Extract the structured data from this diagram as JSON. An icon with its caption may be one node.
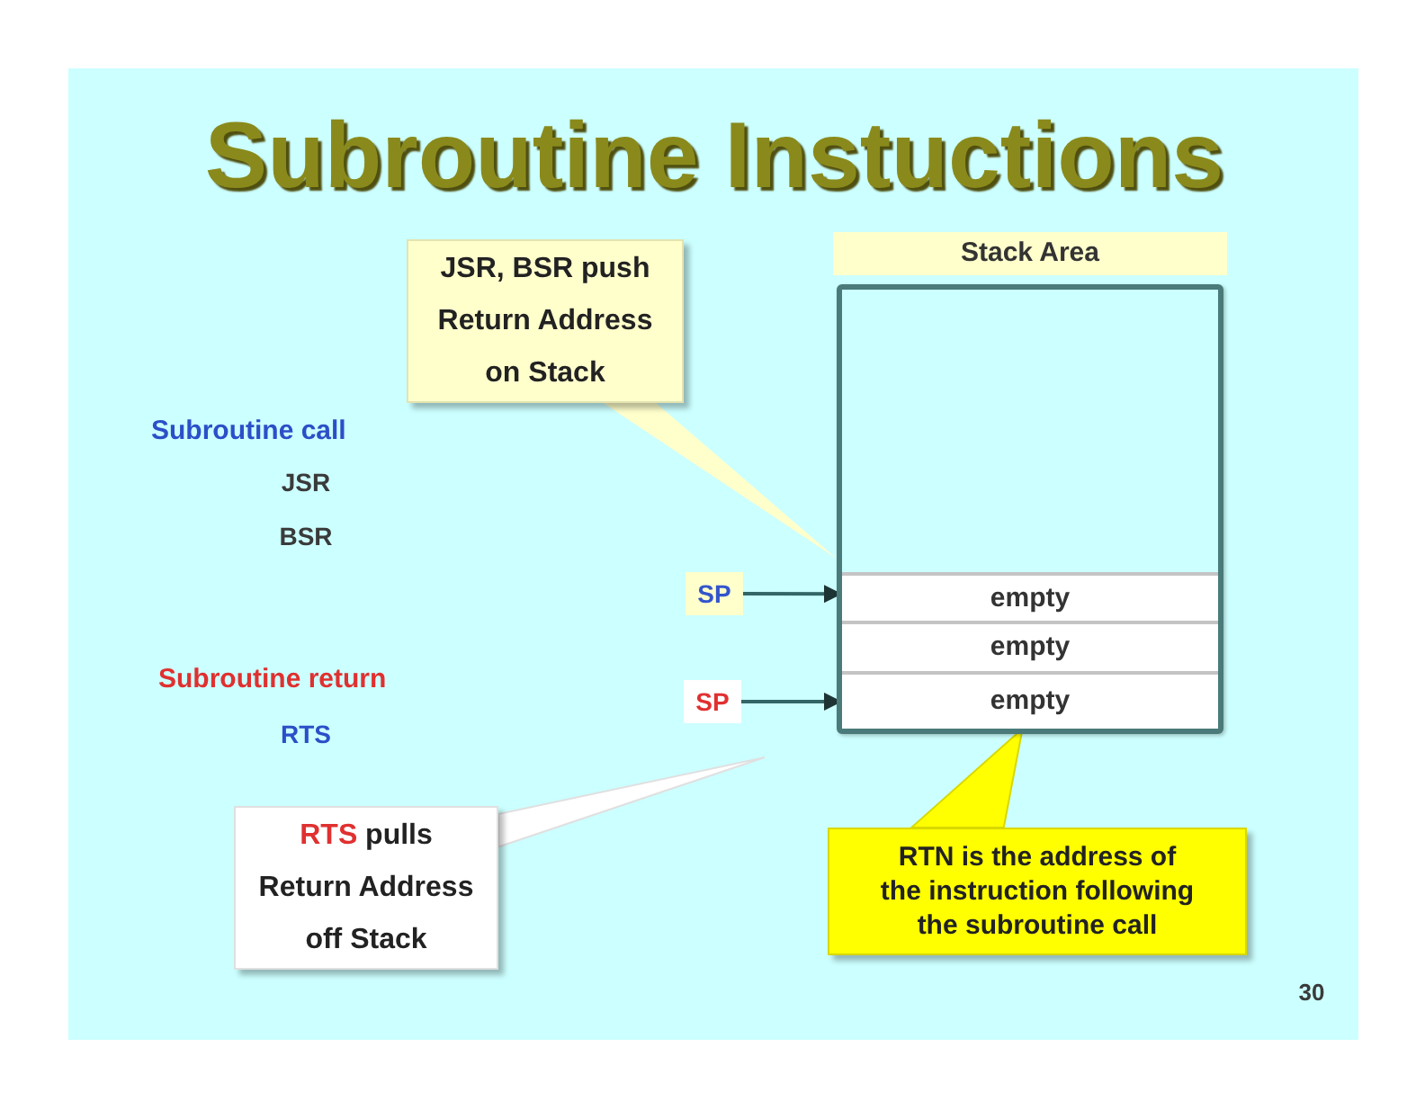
{
  "diagram": {
    "title": "Subroutine Instuctions",
    "nodes": [
      {
        "text": [
          "JSR, BSR push Return Address on Stack"
        ]
      },
      {
        "text": [
          "Stack Area"
        ]
      },
      {
        "text": [
          "empty"
        ],
        "in": 1
      },
      {
        "text": [
          "empty"
        ],
        "in": 1
      },
      {
        "text": [
          "empty"
        ],
        "in": 1
      },
      {
        "text": [
          "SP"
        ]
      },
      {
        "text": [
          "SP"
        ]
      },
      {
        "text": [
          "RTS pulls Return Address off Stack"
        ]
      },
      {
        "text": [
          "RTN is the address of the instruction following the subroutine call"
        ]
      }
    ],
    "edges": [
      {
        "from": 0,
        "to": 1,
        "arrow": "none"
      },
      {
        "from": 5,
        "to": 2,
        "arrow": "to"
      },
      {
        "from": 6,
        "to": 4,
        "arrow": "to"
      },
      {
        "from": 7,
        "to": null,
        "arrow": "to"
      },
      {
        "from": 8,
        "to": 4,
        "arrow": "to"
      }
    ],
    "labels": [
      "Subroutine call",
      "JSR",
      "BSR",
      "Subroutine return",
      "RTS",
      "30"
    ]
  }
}
